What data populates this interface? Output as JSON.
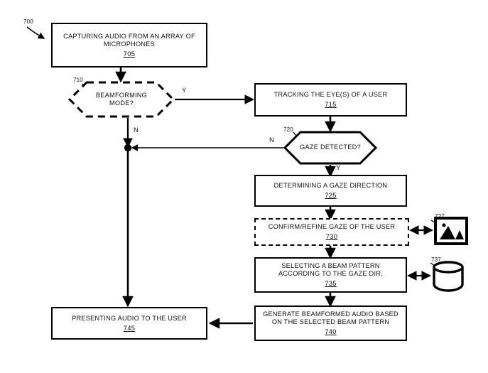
{
  "figure": {
    "ref_label": "700"
  },
  "nodes": {
    "capture_audio": {
      "label": "CAPTURING AUDIO FROM AN ARRAY OF\nMICROPHONES",
      "ref": "705"
    },
    "beamforming_mode": {
      "label": "BEAMFORMING\nMODE?",
      "ref": "710"
    },
    "tracking_eyes": {
      "label": "TRACKING THE EYE(S) OF A USER",
      "ref": "715"
    },
    "gaze_detected": {
      "label": "GAZE DETECTED?",
      "ref": "720"
    },
    "determining_gaze": {
      "label": "DETERMINING A GAZE DIRECTION",
      "ref": "725"
    },
    "confirm_refine_gaze": {
      "label": "CONFIRM/REFINE GAZE OF THE USER",
      "ref": "730"
    },
    "selecting_beam_pattern": {
      "label": "SELECTING A BEAM PATTERN\nACCORDING TO THE GAZE DIR.",
      "ref": "735"
    },
    "generate_beamformed_audio": {
      "label": "GENERATE BEAMFORMED AUDIO BASED\nON THE SELECTED BEAM PATTERN",
      "ref": "740"
    },
    "presenting_audio": {
      "label": "PRESENTING AUDIO TO THE USER",
      "ref": "745"
    }
  },
  "icons": {
    "image_capture": {
      "name": "image-photo-icon",
      "ref": "727"
    },
    "database": {
      "name": "database-cylinder-icon",
      "ref": "737"
    }
  },
  "branches": {
    "beamforming_yes": "Y",
    "beamforming_no": "N",
    "gaze_yes": "Y",
    "gaze_no": "N"
  },
  "colors": {
    "stroke": "#000000",
    "background": "#ffffff",
    "text": "#111111"
  }
}
